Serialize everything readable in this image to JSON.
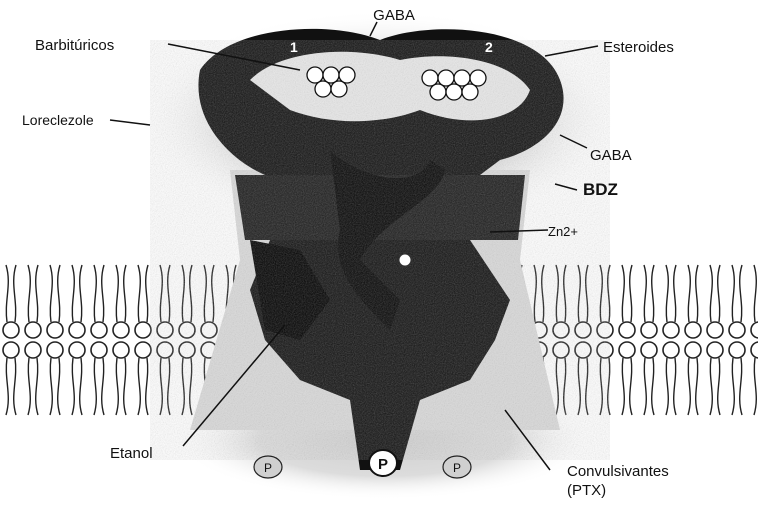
{
  "labels": {
    "gaba_top": "GABA",
    "barbituricos": "Barbitúricos",
    "esteroides": "Esteroides",
    "loreclezole": "Loreclezole",
    "gaba_right": "GABA",
    "bdz": "BDZ",
    "zinc": "Zn2+",
    "etanol": "Etanol",
    "convulsivantes_1": "Convulsivantes",
    "convulsivantes_2": "(PTX)",
    "site_1": "1",
    "site_2": "2",
    "phosphate_left": "P",
    "phosphate_center": "P",
    "phosphate_right": "P"
  }
}
